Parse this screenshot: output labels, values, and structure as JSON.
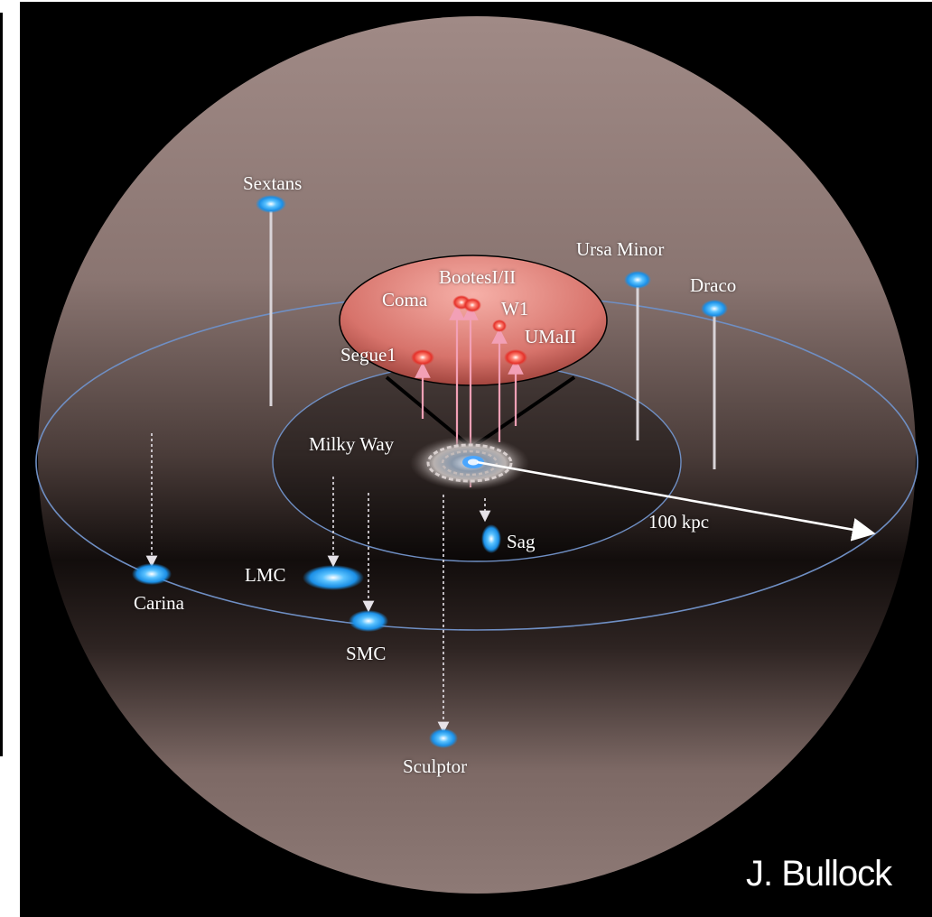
{
  "labels": {
    "sextans": "Sextans",
    "ursa_minor": "Ursa Minor",
    "draco": "Draco",
    "bootes": "BootesI/II",
    "coma": "Coma",
    "w1": "W1",
    "umaii": "UMaII",
    "segue1": "Segue1",
    "milky_way": "Milky Way",
    "scale": "100 kpc",
    "sag": "Sag",
    "lmc": "LMC",
    "carina": "Carina",
    "smc": "SMC",
    "sculptor": "Sculptor"
  },
  "credit": "J. Bullock",
  "colors": {
    "background": "#000000",
    "sphere_top": "#9c8581",
    "ring": "#6f8fc4",
    "dwarf_blue": "#29a9ff",
    "dwarf_red": "#ff5a4a",
    "cone_fill": "#e38a84",
    "text": "#ffffff"
  }
}
